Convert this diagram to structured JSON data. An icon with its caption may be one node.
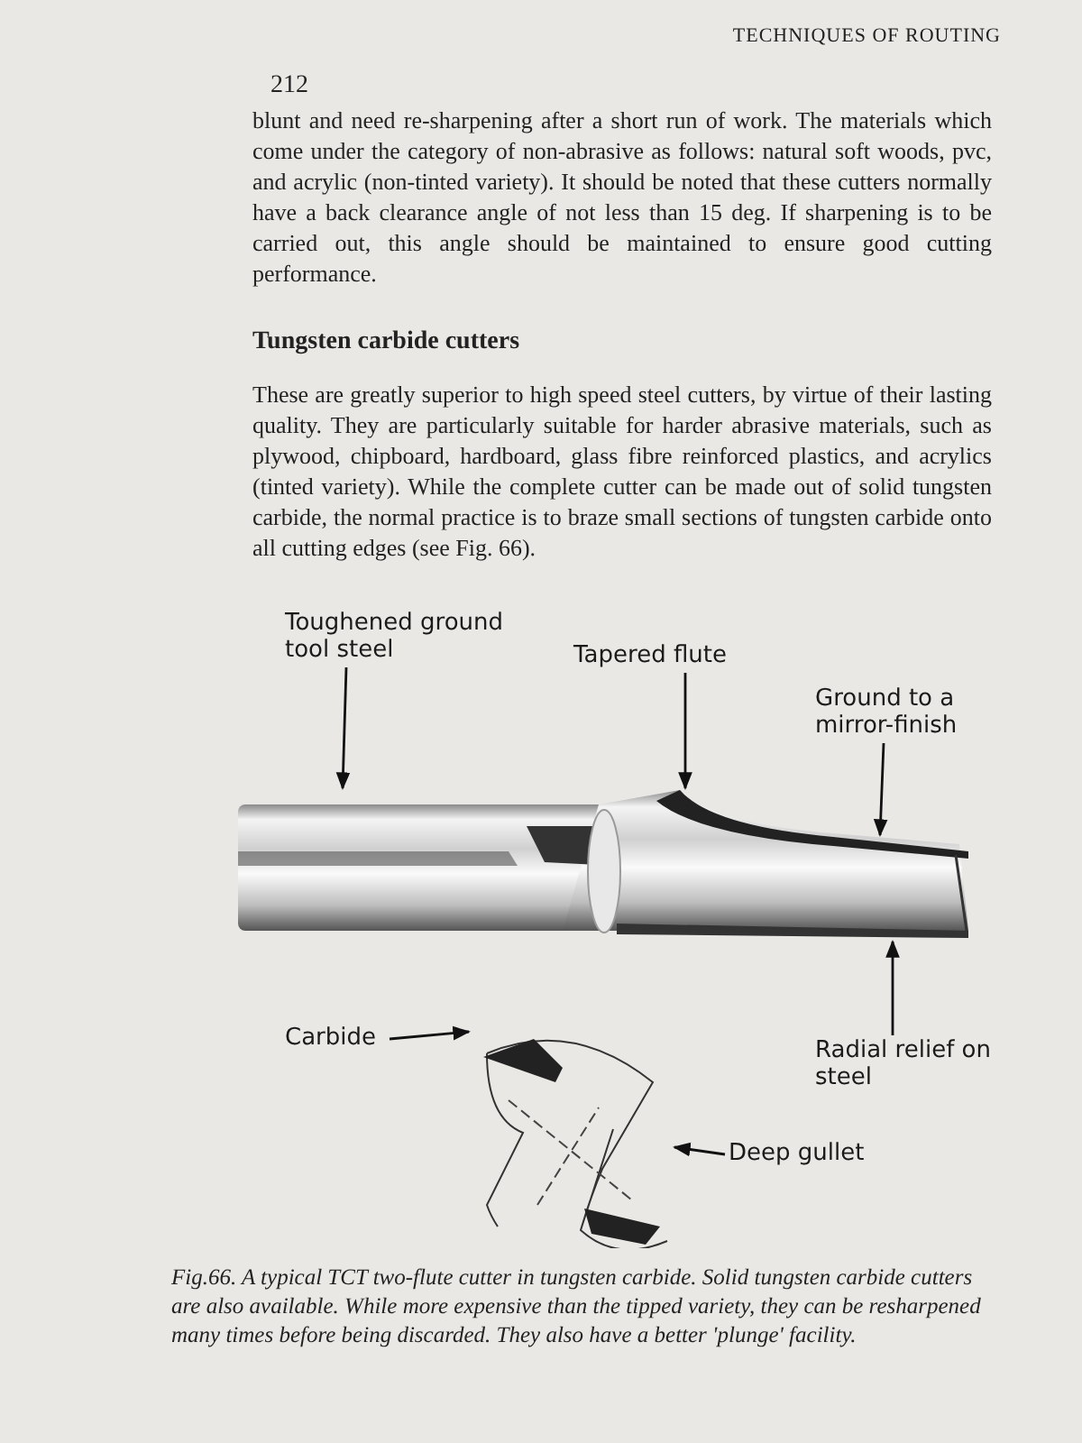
{
  "diagram": {
    "caption": "Fig.66. A typical TCT two-flute cutter in tungsten carbide. Solid tungsten carbide cutters are also available. While more expensive than the tipped variety, they can be resharpened many times before being discarded. They also have a better 'plunge' facility.",
    "nodes": [
      {
        "text": [
          "Toughened ground tool steel"
        ]
      },
      {
        "text": [
          "Tapered flute"
        ]
      },
      {
        "text": [
          "Ground to a mirror-finish"
        ]
      },
      {
        "text": [],
        "shape": "picture"
      },
      {
        "text": [
          "Radial relief on steel"
        ]
      },
      {
        "text": [
          "Carbide"
        ]
      },
      {
        "text": [],
        "shape": "picture"
      },
      {
        "text": [
          "Deep gullet"
        ]
      }
    ],
    "edges": [
      {
        "from": 0,
        "to": 3,
        "arrow": "to"
      },
      {
        "from": 1,
        "to": 3,
        "arrow": "to"
      },
      {
        "from": 2,
        "to": 3,
        "arrow": "to"
      },
      {
        "from": 4,
        "to": 3,
        "arrow": "to"
      },
      {
        "from": 5,
        "to": 6,
        "arrow": "to"
      },
      {
        "from": 7,
        "to": 6,
        "arrow": "to"
      }
    ],
    "labels": [
      "212",
      "TECHNIQUES OF ROUTING",
      "blunt and need re-sharpening after a short run of work. The materials which come under the category of non-abrasive as follows: natural soft woods, pvc, and acrylic (non-tinted variety). It should be noted that these cutters normally have a back clearance angle of not less than 15 deg. If sharpening is to be carried out, this angle should be maintained to ensure good cutting performance.",
      "Tungsten carbide cutters",
      "These are greatly superior to high speed steel cutters, by virtue of their lasting quality. They are particularly suitable for harder abrasive materials, such as plywood, chipboard, hardboard, glass fibre reinforced plastics, and acrylics (tinted variety). While the complete cutter can be made out of solid tungsten carbide, the normal practice is to braze small sections of tungsten carbide onto all cutting edges (see Fig. 66)."
    ]
  }
}
